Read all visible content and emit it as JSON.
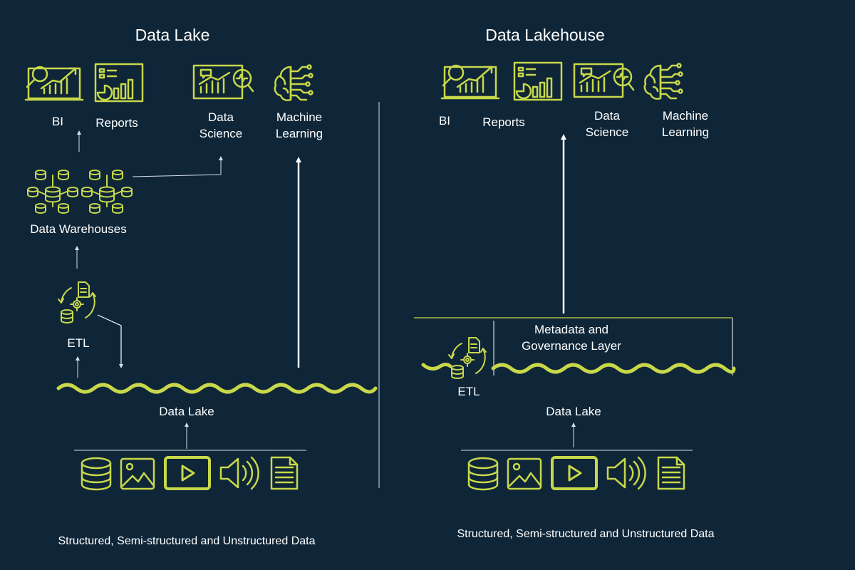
{
  "colors": {
    "background": "#0f2638",
    "accent": "#c8d84a",
    "text": "#ffffff",
    "line": "#d6e0ea"
  },
  "left": {
    "title": "Data Lake",
    "consumers": [
      {
        "label": "BI",
        "icon": "bi-analytics-icon"
      },
      {
        "label": "Reports",
        "icon": "reports-dashboard-icon"
      },
      {
        "label": "Data\nScience",
        "icon": "data-science-icon"
      },
      {
        "label": "Machine\nLearning",
        "icon": "machine-learning-brain-icon"
      }
    ],
    "warehouses": "Data Warehouses",
    "etl": "ETL",
    "lake": "Data Lake",
    "footer": "Structured, Semi-structured and Unstructured Data"
  },
  "right": {
    "title": "Data Lakehouse",
    "consumers": [
      {
        "label": "BI",
        "icon": "bi-analytics-icon"
      },
      {
        "label": "Reports",
        "icon": "reports-dashboard-icon"
      },
      {
        "label": "Data\nScience",
        "icon": "data-science-icon"
      },
      {
        "label": "Machine\nLearning",
        "icon": "machine-learning-brain-icon"
      }
    ],
    "metadata": "Metadata and\nGovernance Layer",
    "etl": "ETL",
    "lake": "Data Lake",
    "footer": "Structured, Semi-structured and Unstructured Data"
  },
  "sources": [
    "database-icon",
    "image-icon",
    "video-play-icon",
    "audio-speaker-icon",
    "document-icon"
  ]
}
